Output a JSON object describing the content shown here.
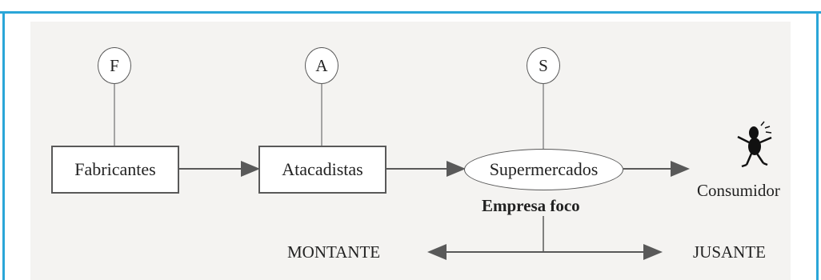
{
  "header": {
    "title_fragment": ""
  },
  "diagram": {
    "circles": [
      {
        "id": "f",
        "letter": "F"
      },
      {
        "id": "a",
        "letter": "A"
      },
      {
        "id": "s",
        "letter": "S"
      }
    ],
    "nodes": {
      "fabricantes": "Fabricantes",
      "atacadistas": "Atacadistas",
      "supermercados": "Supermercados",
      "consumidor": "Consumidor"
    },
    "focus_label": "Empresa foco",
    "direction": {
      "upstream": "MONTANTE",
      "downstream": "JUSANTE"
    }
  },
  "colors": {
    "frame": "#2aa6d8",
    "panel": "#f4f3f1",
    "line": "#595959"
  },
  "icons": {
    "consumer": "stick-figure-person-icon"
  }
}
